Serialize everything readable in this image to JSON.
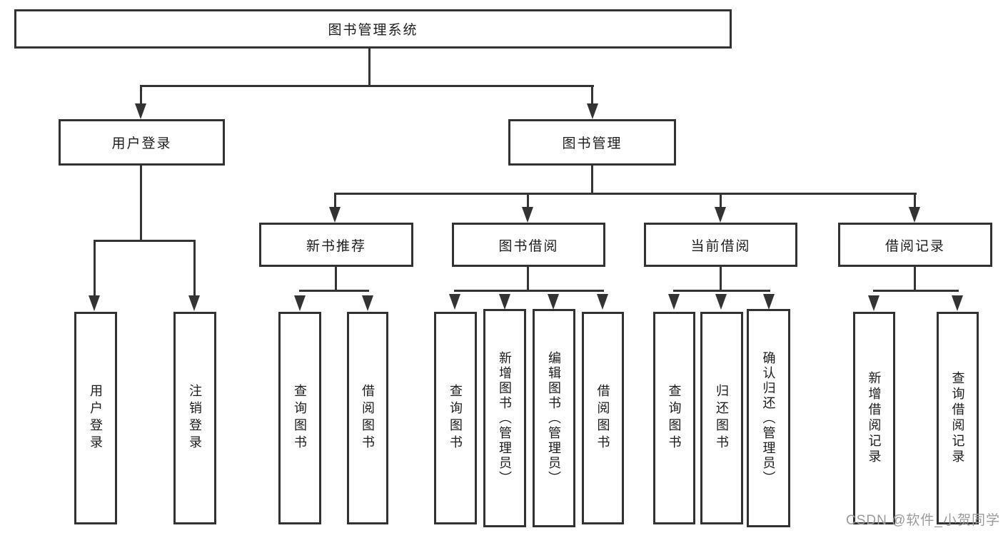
{
  "diagram": {
    "root": "图书管理系统",
    "user_login": {
      "label": "用户登录",
      "leaves": [
        "用户登录",
        "注销登录"
      ]
    },
    "book_mgmt": {
      "label": "图书管理",
      "sections": [
        {
          "label": "新书推荐",
          "leaves": [
            "查询图书",
            "借阅图书"
          ]
        },
        {
          "label": "图书借阅",
          "leaves": [
            "查询图书",
            "新增图书（管理员）",
            "编辑图书（管理员）",
            "借阅图书"
          ]
        },
        {
          "label": "当前借阅",
          "leaves": [
            "查询图书",
            "归还图书",
            "确认归还（管理员）"
          ]
        },
        {
          "label": "借阅记录",
          "leaves": [
            "新增借阅记录",
            "查询借阅记录"
          ]
        }
      ]
    },
    "colors": {
      "line": "#333333",
      "text": "#1c1c1c",
      "watermark": "#9b9b9b"
    }
  },
  "watermark": "CSDN @软件_小贺同学"
}
